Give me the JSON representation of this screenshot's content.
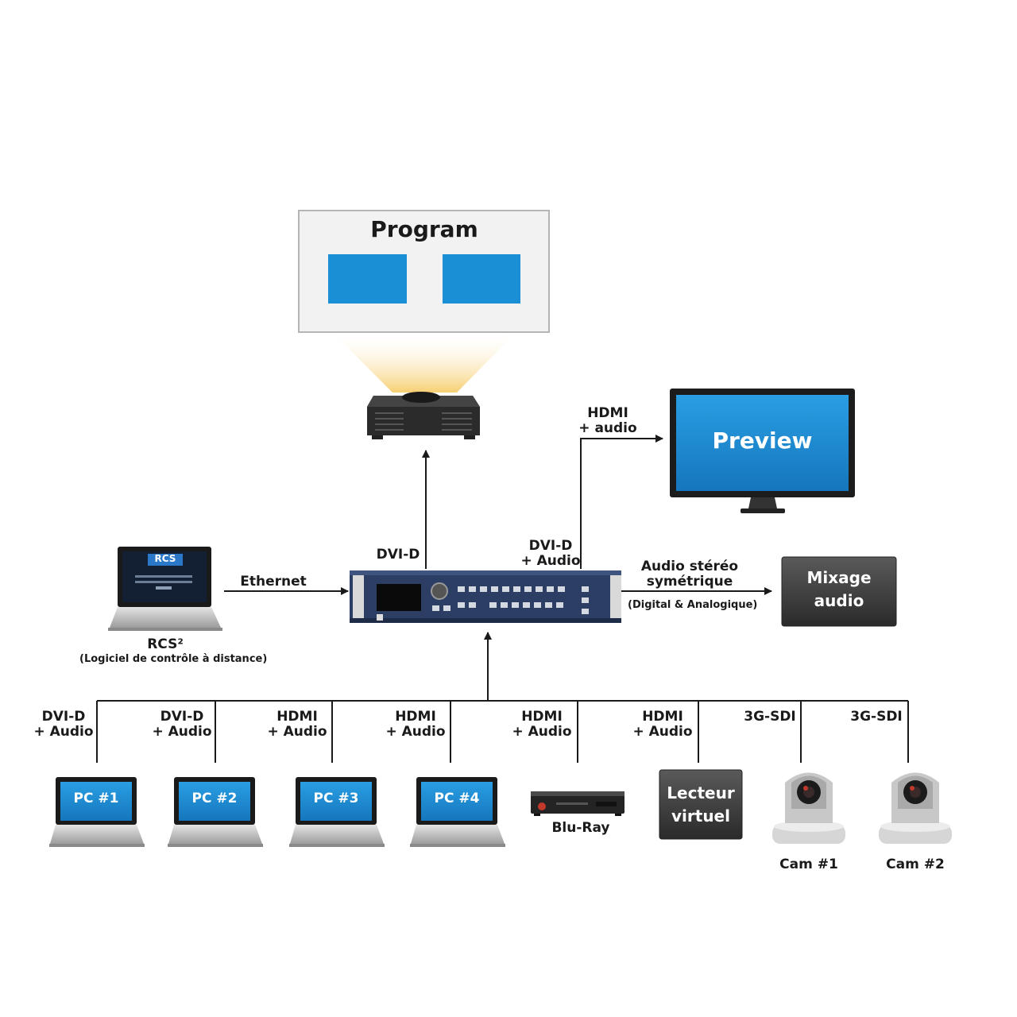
{
  "program": {
    "title": "Program"
  },
  "preview": {
    "label": "Preview"
  },
  "connections": {
    "to_projector": "DVI-D",
    "to_preview": [
      "HDMI",
      "+ audio"
    ],
    "dvi_audio_out": [
      "DVI-D",
      "+ Audio"
    ],
    "ethernet": "Ethernet",
    "audio_out": [
      "Audio stéréo",
      "symétrique"
    ],
    "audio_out_note": "(Digital & Analogique)"
  },
  "mixage": {
    "lines": [
      "Mixage",
      "audio"
    ]
  },
  "rcs": {
    "name": "RCS²",
    "description": "(Logiciel de contrôle à distance)",
    "screen_logo": "RCS"
  },
  "inputs": [
    {
      "signal": [
        "DVI-D",
        "+ Audio"
      ],
      "device": "PC #1"
    },
    {
      "signal": [
        "DVI-D",
        "+ Audio"
      ],
      "device": "PC #2"
    },
    {
      "signal": [
        "HDMI",
        "+ Audio"
      ],
      "device": "PC #3"
    },
    {
      "signal": [
        "HDMI",
        "+ Audio"
      ],
      "device": "PC #4"
    },
    {
      "signal": [
        "HDMI",
        "+ Audio"
      ],
      "device": "Blu-Ray"
    },
    {
      "signal": [
        "HDMI",
        "+ Audio"
      ],
      "device": "Lecteur virtuel",
      "device_lines": [
        "Lecteur",
        "virtuel"
      ]
    },
    {
      "signal": [
        "3G-SDI"
      ],
      "device": "Cam #1"
    },
    {
      "signal": [
        "3G-SDI"
      ],
      "device": "Cam #2"
    }
  ],
  "colors": {
    "screen_blue": "#1a8fd6",
    "line": "#1a1a1a",
    "chassis": "#2c3e63",
    "dark_box": "#3a3a3a",
    "beam": "#f7d98a"
  }
}
